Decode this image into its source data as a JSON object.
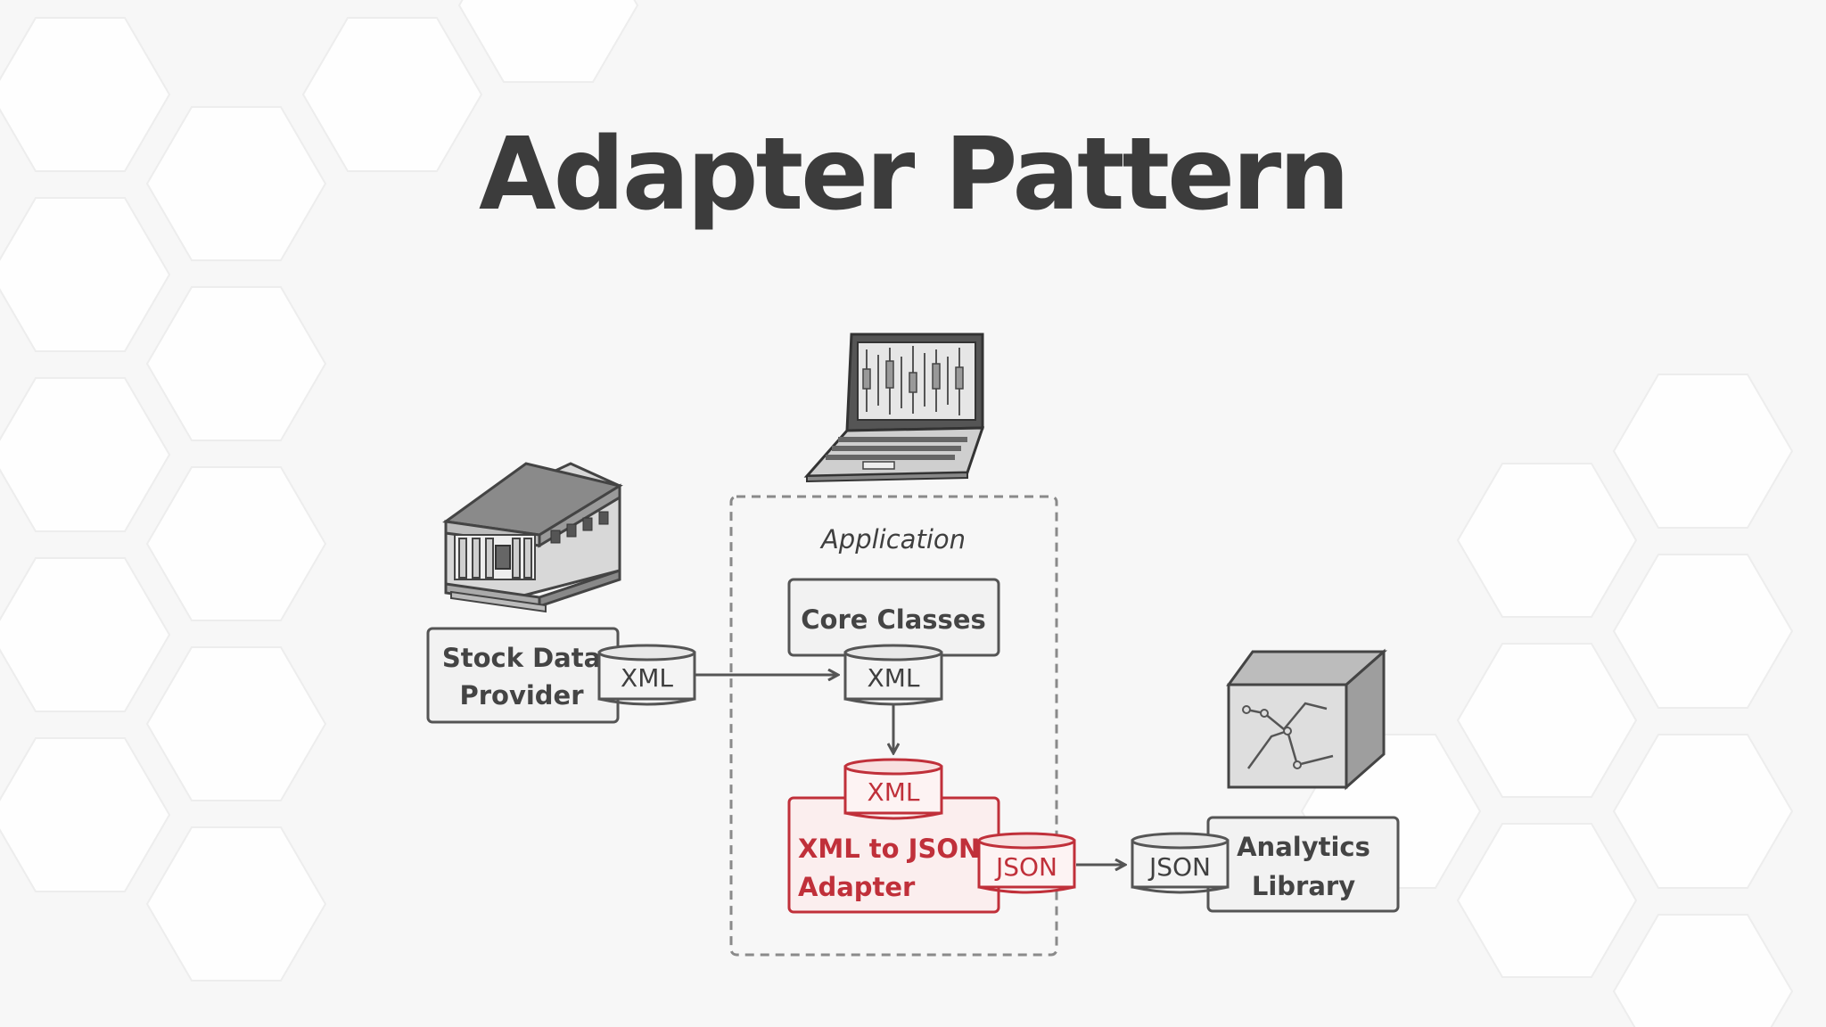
{
  "title": "Adapter Pattern",
  "nodes": {
    "stock_provider": {
      "line1": "Stock Data",
      "line2": "Provider"
    },
    "provider_port": "XML",
    "application_label": "Application",
    "core_classes": "Core Classes",
    "core_port": "XML",
    "adapter_in_port": "XML",
    "adapter": {
      "line1": "XML to JSON",
      "line2": "Adapter"
    },
    "adapter_out_port": "JSON",
    "library_port": "JSON",
    "analytics_library": {
      "line1": "Analytics",
      "line2": "Library"
    }
  },
  "icons": {
    "provider": "bank-building-icon",
    "application": "laptop-chart-icon",
    "library": "box-chart-icon"
  },
  "colors": {
    "adapter_accent": "#c0303a",
    "title": "#3c3c3c",
    "box_stroke": "#555555"
  }
}
